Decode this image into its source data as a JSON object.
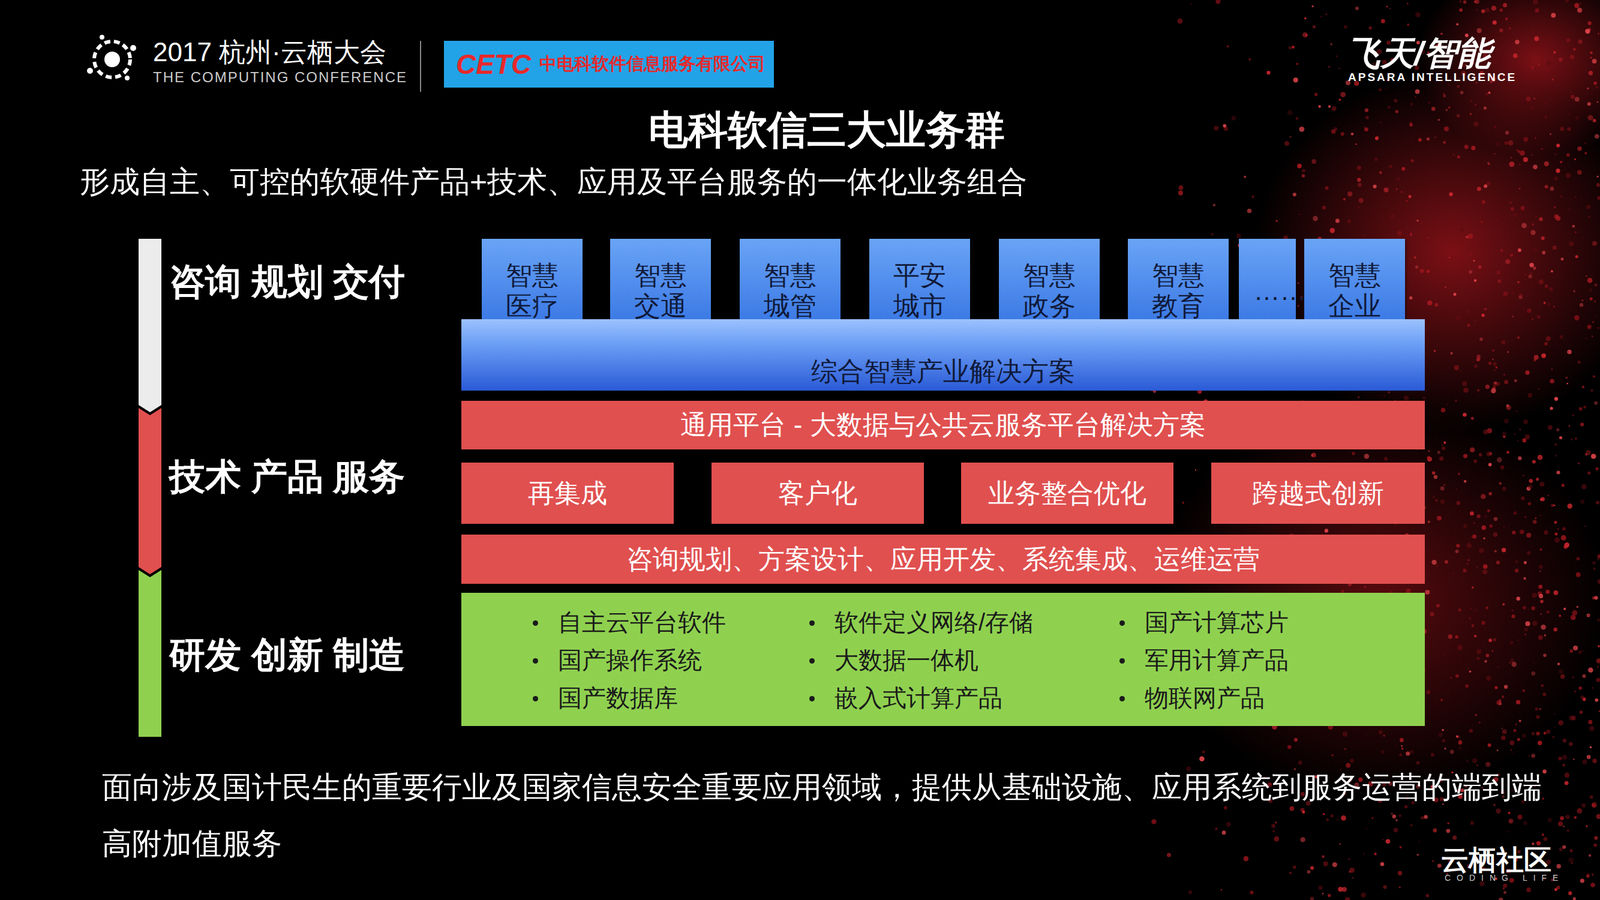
{
  "diagram": {
    "title": "电科软信三大业务群",
    "caption": "面向涉及国计民生的重要行业及国家信息安全重要应用领域，提供从基础设施、应用系统到服务运营的端到端高附加值服务",
    "nodes": [
      {
        "text": [
          "CETC",
          "中电科软件信息服务有限公司"
        ]
      },
      {
        "text": [
          "智慧医疗"
        ]
      },
      {
        "text": [
          "智慧交通"
        ]
      },
      {
        "text": [
          "智慧城管"
        ]
      },
      {
        "text": [
          "平安城市"
        ]
      },
      {
        "text": [
          "智慧政务"
        ]
      },
      {
        "text": [
          "智慧教育"
        ]
      },
      {
        "text": [
          "……"
        ]
      },
      {
        "text": [
          "智慧企业"
        ]
      },
      {
        "text": [
          "综合智慧产业解决方案"
        ]
      },
      {
        "text": [
          "通用平台 - 大数据与公共云服务平台解决方案"
        ]
      },
      {
        "text": [
          "再集成"
        ]
      },
      {
        "text": [
          "客户化"
        ]
      },
      {
        "text": [
          "业务整合优化"
        ]
      },
      {
        "text": [
          "跨越式创新"
        ]
      },
      {
        "text": [
          "咨询规划、方案设计、应用开发、系统集成、运维运营"
        ]
      },
      {
        "text": [
          "自主云平台软件",
          "国产操作系统",
          "国产数据库",
          "软件定义网络/存储",
          "大数据一体机",
          "嵌入式计算产品",
          "国产计算芯片",
          "军用计算产品",
          "物联网产品"
        ]
      }
    ],
    "edges": [],
    "labels": [
      "2017 杭州·云栖大会",
      "THE COMPUTING CONFERENCE",
      "飞天/智能",
      "APSARA INTELLIGENCE",
      "形成自主、可控的软硬件产品+技术、应用及平台服务的一体化业务组合",
      "咨询 规划 交付",
      "技术 产品 服务",
      "研发 创新 制造",
      "云栖社区",
      "CODING LIFE"
    ]
  }
}
